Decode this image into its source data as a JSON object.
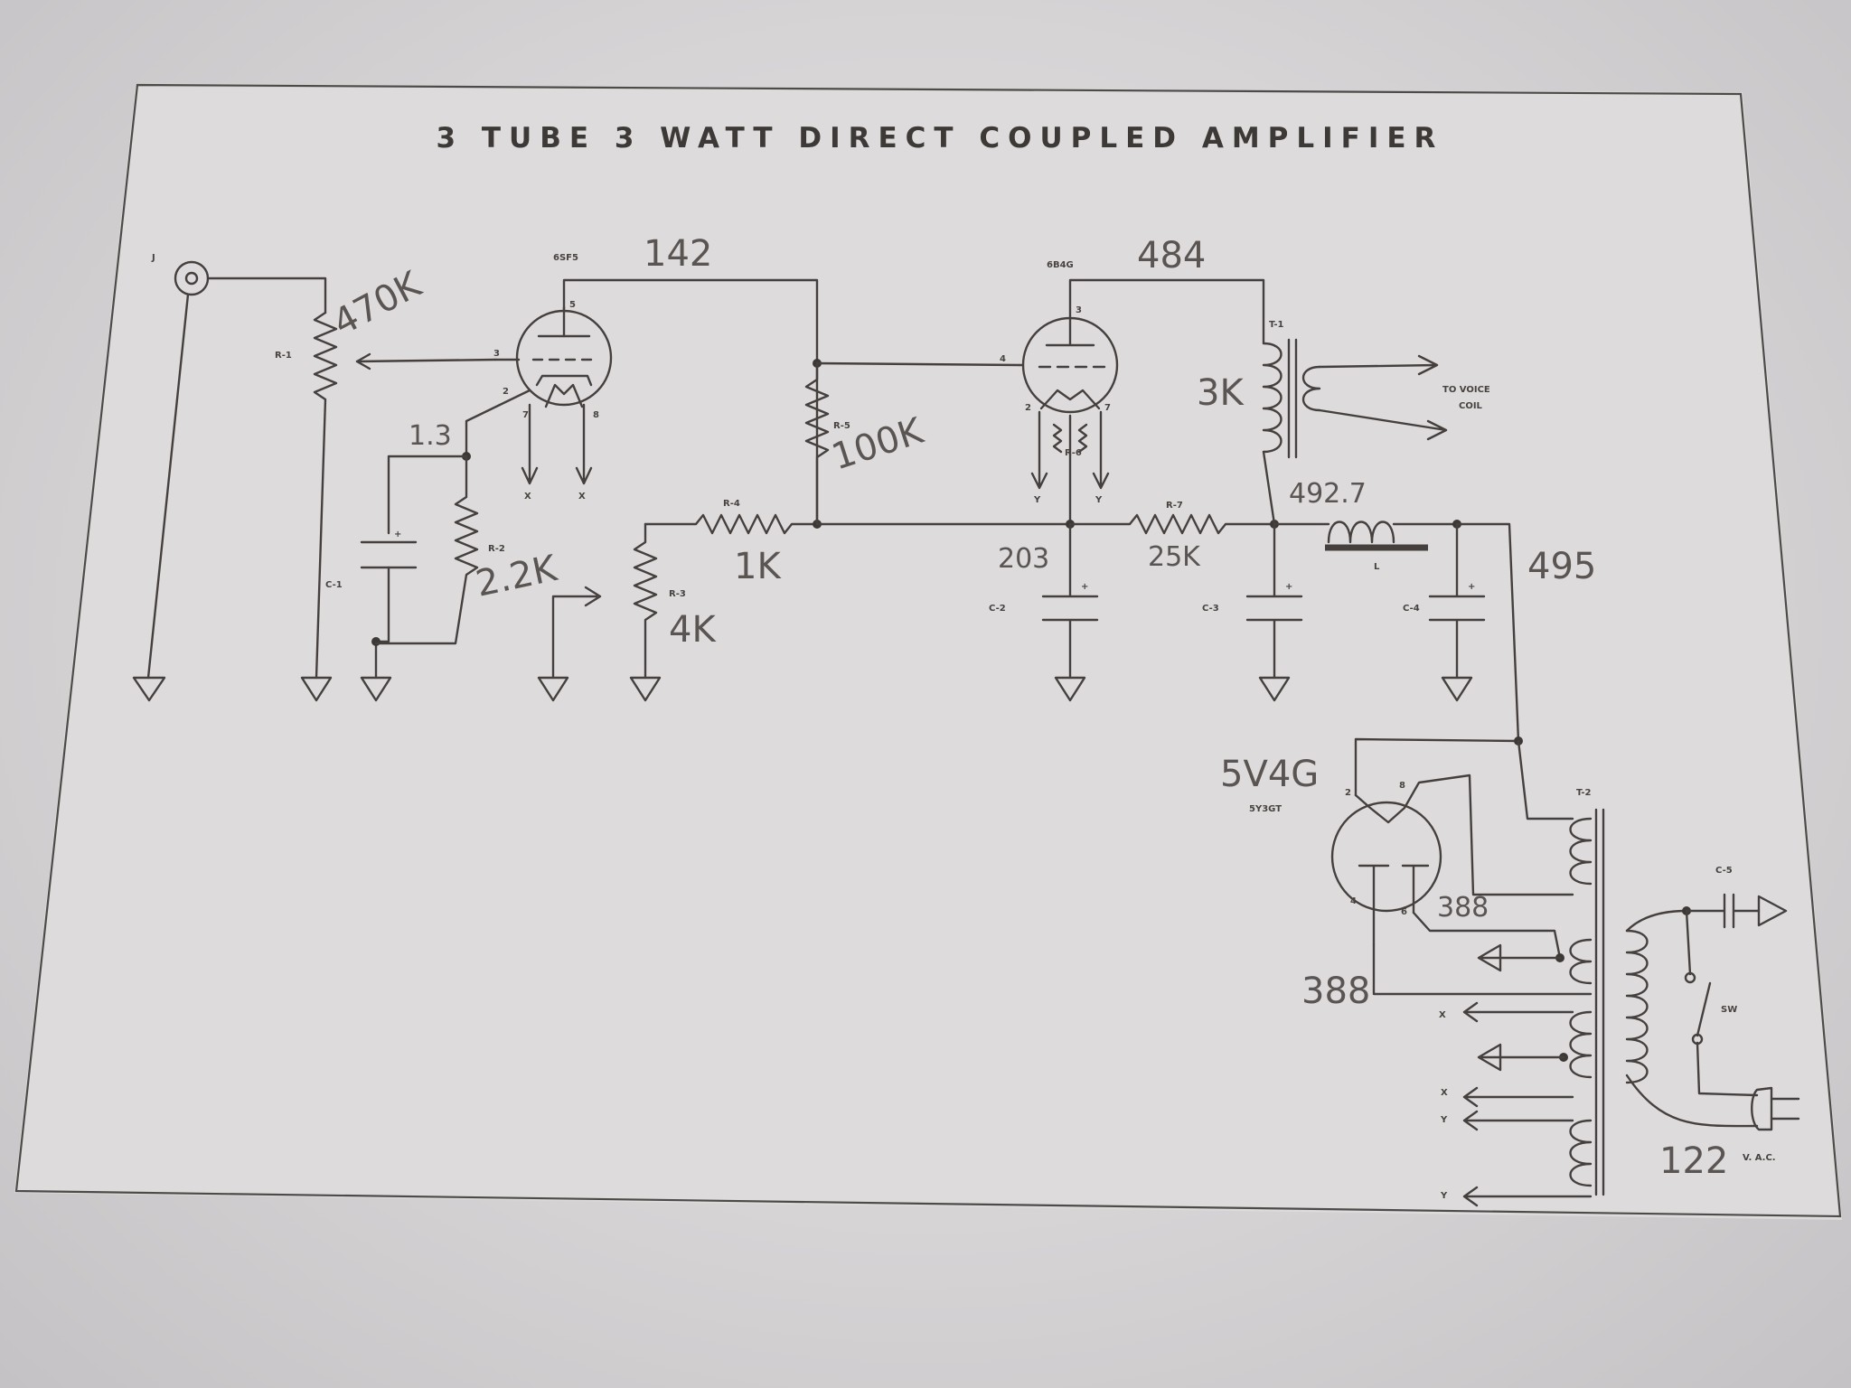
{
  "title": "3 TUBE 3 WATT DIRECT COUPLED AMPLIFIER",
  "tubes": {
    "v1": "6SF5",
    "v2": "6B4G",
    "rect_printed": "5Y3GT",
    "rect_handwritten": "5V4G"
  },
  "components": {
    "jack": "J",
    "r1": "R-1",
    "r2": "R-2",
    "r3": "R-3",
    "r4": "R-4",
    "r5": "R-5",
    "r6": "R-6",
    "r7": "R-7",
    "c1": "C-1",
    "c2": "C-2",
    "c3": "C-3",
    "c4": "C-4",
    "c5": "C-5",
    "t1": "T-1",
    "t2": "T-2",
    "choke": "L",
    "switch": "SW"
  },
  "labels": {
    "voice_coil_1": "TO VOICE",
    "voice_coil_2": "COIL",
    "vac": "V. A.C.",
    "heater_x": "X",
    "heater_y": "Y"
  },
  "handwritten": {
    "r1_value": "470K",
    "v1_plate_volts": "142",
    "v2_plate_volts": "484",
    "cathode_volts": "1.3",
    "r2_value": "2.2K",
    "r3_value": "4K",
    "r4_value": "1K",
    "r5_value": "100K",
    "r7_value": "25K",
    "t1_value": "3K",
    "v2_cathode_volts": "203",
    "choke_in_volts": "492.7",
    "b_plus_volts": "495",
    "hv_1": "388",
    "hv_2": "388",
    "line_volts": "122"
  },
  "pins": {
    "v1_plate": "5",
    "v1_grid": "3",
    "v1_cathode": "2",
    "v1_h1": "7",
    "v1_h2": "8",
    "v2_plate": "3",
    "v2_grid": "4",
    "v2_f1": "2",
    "v2_f2": "7",
    "rect_2": "2",
    "rect_8": "8",
    "rect_4": "4",
    "rect_6": "6"
  }
}
